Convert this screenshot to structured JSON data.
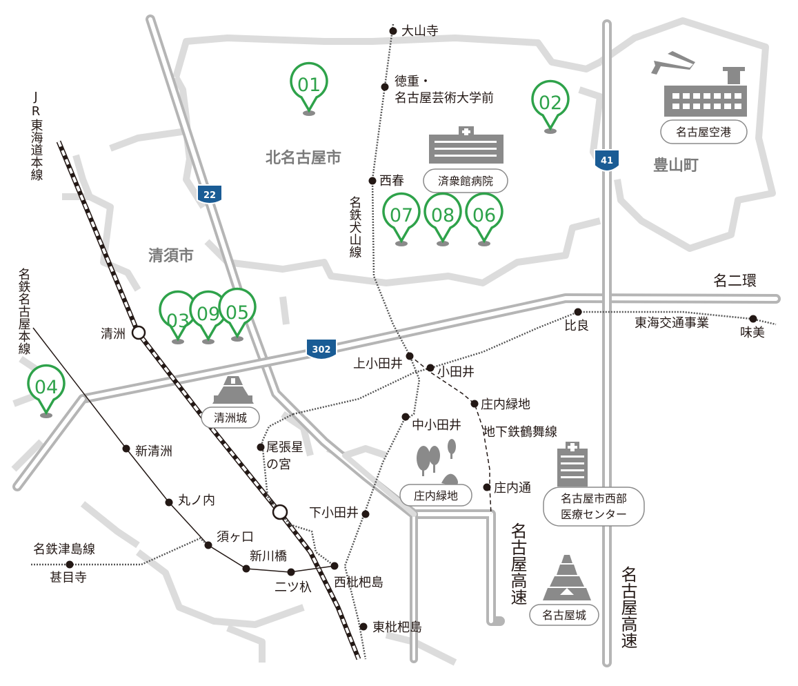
{
  "areas": {
    "kitanagoya": "北名古屋市",
    "toyoyama": "豊山町",
    "kiyosu": "清須市"
  },
  "rail_lines": {
    "jr_tokaido": "JR東海道本線",
    "meitetsu_nagoya": "名鉄名古屋本線",
    "meitetsu_inuyama": "名鉄犬山線",
    "meitetsu_tsushima": "名鉄津島線",
    "tokai_kotsu": "東海交通事業",
    "subway_tsurumai": "地下鉄鶴舞線"
  },
  "roads": {
    "meinikan": "名二環",
    "nagoya_kosoku_mid": "名古屋高速",
    "nagoya_kosoku_right": "名古屋高速",
    "route_22": "22",
    "route_41": "41",
    "route_302": "302"
  },
  "stations": {
    "taisanji": "大山寺",
    "tokushige_1": "徳重・",
    "tokushige_2": "名古屋芸術大学前",
    "nishiharu": "西春",
    "kiyosu": "清洲",
    "kamiotai": "上小田井",
    "otai": "小田井",
    "shonairyokuchi": "庄内緑地",
    "nakaotai": "中小田井",
    "owari_hoshi_1": "尾張星",
    "owari_hoshi_2": "の宮",
    "shimootai": "下小田井",
    "shonaidori": "庄内通",
    "shinkiyosu": "新清洲",
    "marunouchi": "丸ノ内",
    "sukaguchi": "須ヶ口",
    "shinkawabashi": "新川橋",
    "futatsuiri": "二ツ杁",
    "nishibiwajima": "西枇杷島",
    "higashibiwajima": "東枇杷島",
    "jimokuji": "甚目寺",
    "hira": "比良",
    "ajima": "味美"
  },
  "landmarks": {
    "airport": "名古屋空港",
    "saiseikai_hospital": "済衆館病院",
    "kiyosu_castle": "清洲城",
    "shonai_park": "庄内緑地",
    "west_medical_1": "名古屋市西部",
    "west_medical_2": "医療センター",
    "nagoya_castle": "名古屋城"
  },
  "pins": [
    "01",
    "02",
    "03",
    "09",
    "05",
    "04",
    "07",
    "08",
    "06"
  ],
  "colors": {
    "pin_green": "#2ea24a",
    "road_gray": "#b5b5b5",
    "road_light": "#dcdcdc",
    "rail_dark": "#231815",
    "shield_blue": "#1a5c95",
    "icon_gray": "#8a8a8a"
  }
}
